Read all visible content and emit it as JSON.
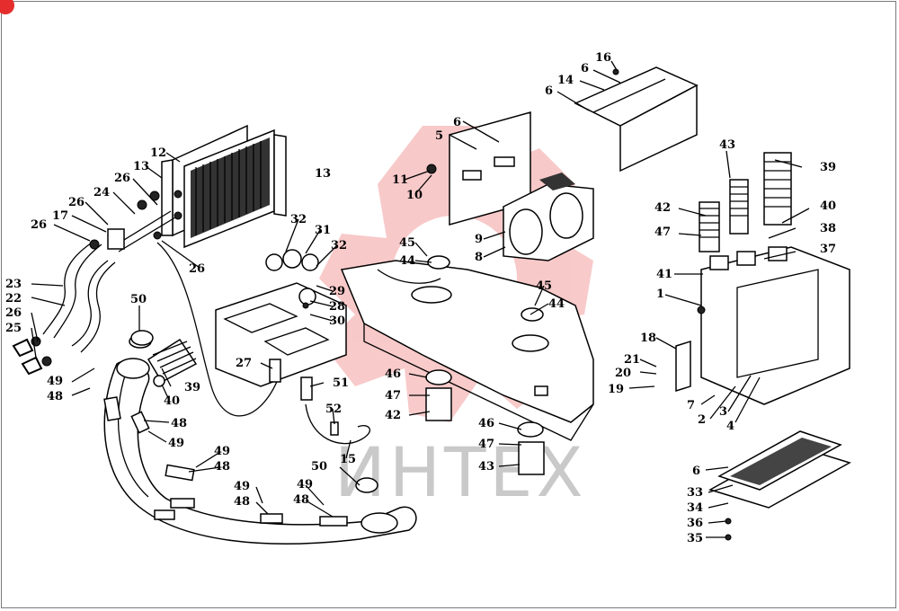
{
  "watermark": {
    "text": "ИНТЕХ",
    "color": "#f08a8a"
  },
  "labels": [
    {
      "id": "l16",
      "text": "16"
    },
    {
      "id": "l6a",
      "text": "6"
    },
    {
      "id": "l14",
      "text": "14"
    },
    {
      "id": "l6b",
      "text": "6"
    },
    {
      "id": "l43a",
      "text": "43"
    },
    {
      "id": "l39a",
      "text": "39"
    },
    {
      "id": "l42a",
      "text": "42"
    },
    {
      "id": "l40a",
      "text": "40"
    },
    {
      "id": "l47a",
      "text": "47"
    },
    {
      "id": "l38",
      "text": "38"
    },
    {
      "id": "l37",
      "text": "37"
    },
    {
      "id": "l41",
      "text": "41"
    },
    {
      "id": "l1",
      "text": "1"
    },
    {
      "id": "l18",
      "text": "18"
    },
    {
      "id": "l21",
      "text": "21"
    },
    {
      "id": "l20",
      "text": "20"
    },
    {
      "id": "l19",
      "text": "19"
    },
    {
      "id": "l7",
      "text": "7"
    },
    {
      "id": "l2",
      "text": "2"
    },
    {
      "id": "l3",
      "text": "3"
    },
    {
      "id": "l4",
      "text": "4"
    },
    {
      "id": "l6c",
      "text": "6"
    },
    {
      "id": "l33",
      "text": "33"
    },
    {
      "id": "l34",
      "text": "34"
    },
    {
      "id": "l36",
      "text": "36"
    },
    {
      "id": "l35",
      "text": "35"
    },
    {
      "id": "l12",
      "text": "12"
    },
    {
      "id": "l13a",
      "text": "13"
    },
    {
      "id": "l13b",
      "text": "13"
    },
    {
      "id": "l26a",
      "text": "26"
    },
    {
      "id": "l24",
      "text": "24"
    },
    {
      "id": "l26b",
      "text": "26"
    },
    {
      "id": "l17",
      "text": "17"
    },
    {
      "id": "l26c",
      "text": "26"
    },
    {
      "id": "l26d",
      "text": "26"
    },
    {
      "id": "l23",
      "text": "23"
    },
    {
      "id": "l22",
      "text": "22"
    },
    {
      "id": "l26e",
      "text": "26"
    },
    {
      "id": "l25",
      "text": "25"
    },
    {
      "id": "l50a",
      "text": "50"
    },
    {
      "id": "l49a",
      "text": "49"
    },
    {
      "id": "l48a",
      "text": "48"
    },
    {
      "id": "l39b",
      "text": "39"
    },
    {
      "id": "l40b",
      "text": "40"
    },
    {
      "id": "l48b",
      "text": "48"
    },
    {
      "id": "l49b",
      "text": "49"
    },
    {
      "id": "l49c",
      "text": "49"
    },
    {
      "id": "l48c",
      "text": "48"
    },
    {
      "id": "l49d",
      "text": "49"
    },
    {
      "id": "l48d",
      "text": "48"
    },
    {
      "id": "l49e",
      "text": "49"
    },
    {
      "id": "l48e",
      "text": "48"
    },
    {
      "id": "l50b",
      "text": "50"
    },
    {
      "id": "l32a",
      "text": "32"
    },
    {
      "id": "l31",
      "text": "31"
    },
    {
      "id": "l32b",
      "text": "32"
    },
    {
      "id": "l29",
      "text": "29"
    },
    {
      "id": "l28",
      "text": "28"
    },
    {
      "id": "l30",
      "text": "30"
    },
    {
      "id": "l27",
      "text": "27"
    },
    {
      "id": "l51",
      "text": "51"
    },
    {
      "id": "l52",
      "text": "52"
    },
    {
      "id": "l15",
      "text": "15"
    },
    {
      "id": "l6d",
      "text": "6"
    },
    {
      "id": "l5",
      "text": "5"
    },
    {
      "id": "l11",
      "text": "11"
    },
    {
      "id": "l10",
      "text": "10"
    },
    {
      "id": "l9",
      "text": "9"
    },
    {
      "id": "l8",
      "text": "8"
    },
    {
      "id": "l45a",
      "text": "45"
    },
    {
      "id": "l44a",
      "text": "44"
    },
    {
      "id": "l45b",
      "text": "45"
    },
    {
      "id": "l44b",
      "text": "44"
    },
    {
      "id": "l46a",
      "text": "46"
    },
    {
      "id": "l47b",
      "text": "47"
    },
    {
      "id": "l42b",
      "text": "42"
    },
    {
      "id": "l46b",
      "text": "46"
    },
    {
      "id": "l47c",
      "text": "47"
    },
    {
      "id": "l43b",
      "text": "43"
    }
  ]
}
